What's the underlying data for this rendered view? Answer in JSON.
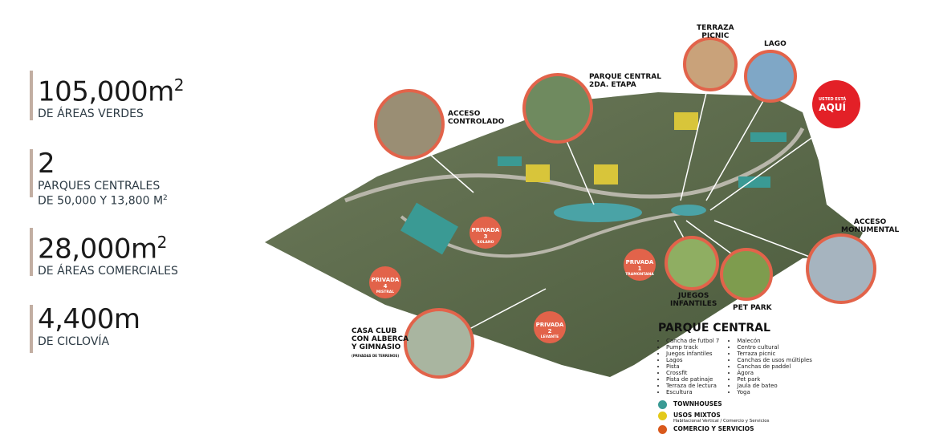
{
  "stats": [
    {
      "value": "105,000m",
      "sup": "2",
      "label": "DE ÁREAS VERDES"
    },
    {
      "value": "2",
      "label1": "PARQUES CENTRALES",
      "label2": "DE 50,000 Y 13,800 M",
      "label_sup": "2"
    },
    {
      "value": "28,000m",
      "sup": "2",
      "label": "DE ÁREAS COMERCIALES"
    },
    {
      "value": "4,400m",
      "label": "DE CICLOVÍA"
    }
  ],
  "map_labels": {
    "acceso_controlado": [
      "ACCESO",
      "CONTROLADO"
    ],
    "parque_central_2": [
      "PARQUE CENTRAL",
      "2DA. ETAPA"
    ],
    "terraza_picnic": [
      "TERRAZA",
      "PICNIC"
    ],
    "lago": "LAGO",
    "aqui": [
      "USTED ESTÁ",
      "AQUÍ"
    ],
    "acceso_monumental": [
      "ACCESO",
      "MONUMENTAL"
    ],
    "juegos_infantiles": [
      "JUEGOS",
      "INFANTILES"
    ],
    "pet_park": "PET PARK",
    "casa_club": [
      "CASA CLUB",
      "CON ALBERCA",
      "Y GIMNASIO",
      "(PRIVADAS DE TERRENOS)"
    ]
  },
  "privadas": [
    {
      "name": "PRIVADA 3",
      "sub": "SOLANO"
    },
    {
      "name": "PRIVADA 1",
      "sub": "TRAMONTANA"
    },
    {
      "name": "PRIVADA 4",
      "sub": "MISTRAL"
    },
    {
      "name": "PRIVADA 2",
      "sub": "LEVANTE"
    }
  ],
  "parque_central": {
    "title": "PARQUE CENTRAL",
    "col1": [
      "Cancha de futbol 7",
      "Pump track",
      "Juegos infantiles",
      "Lagos",
      "Pista",
      "Crossfit",
      "Pista de patinaje",
      "Terraza de lectura",
      "Escultura"
    ],
    "col2": [
      "Malecón",
      "Centro cultural",
      "Terraza picnic",
      "Canchas de usos múltiples",
      "Canchas de paddel",
      "Ágora",
      "Pet park",
      "Jaula de bateo",
      "Yoga"
    ]
  },
  "legend": [
    {
      "label": "TOWNHOUSES",
      "color": "#3a9a94"
    },
    {
      "label": "USOS MIXTOS",
      "sub": "Habitacional Vertical / Comercio y Servicios",
      "color": "#e3c91a"
    },
    {
      "label": "COMERCIO Y SERVICIOS",
      "color": "#d9591c"
    }
  ]
}
